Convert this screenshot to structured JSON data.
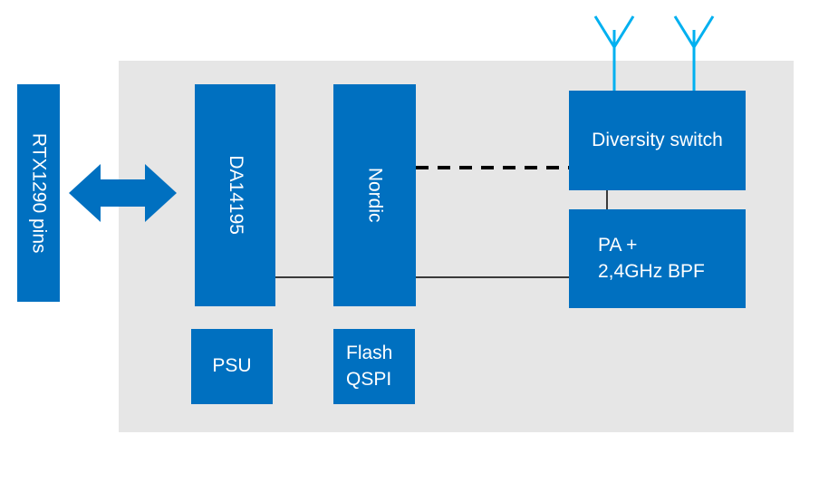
{
  "blocks": {
    "rtx_pins": "RTX1290 pins",
    "da14195": "DA14195",
    "nordic": "Nordic",
    "diversity_switch": "Diversity switch",
    "pa_bpf_line1": "PA +",
    "pa_bpf_line2": "2,4GHz BPF",
    "psu": "PSU",
    "flash_line1": "Flash",
    "flash_line2": "QSPI"
  },
  "colors": {
    "block": "#0070c0",
    "board": "#e6e6e6",
    "antenna": "#00b0f0",
    "connector": "#000000"
  },
  "icons": [
    "bidirectional-arrow-icon",
    "antenna-icon"
  ]
}
